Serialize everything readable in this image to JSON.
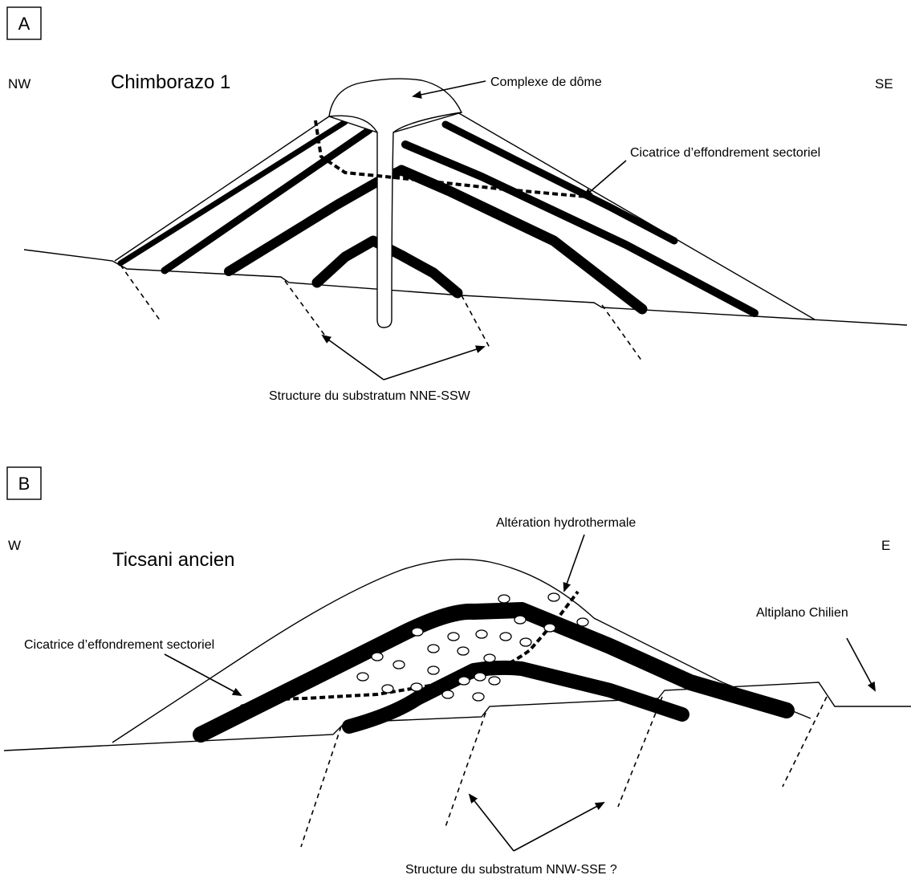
{
  "panels": [
    {
      "letter": "A",
      "left_direction": "NW",
      "right_direction": "SE",
      "title": "Chimborazo 1",
      "labels": {
        "dome": "Complexe de dôme",
        "collapse_scar": "Cicatrice d’effondrement sectoriel",
        "basement": "Structure du substratum NNE-SSW"
      }
    },
    {
      "letter": "B",
      "left_direction": "W",
      "right_direction": "E",
      "title": "Ticsani ancien",
      "labels": {
        "alteration": "Altération hydrothermale",
        "plateau": "Altiplano Chilien",
        "collapse_scar": "Cicatrice d’effondrement sectoriel",
        "basement": "Structure du substratum NNW-SSE ?"
      }
    }
  ]
}
